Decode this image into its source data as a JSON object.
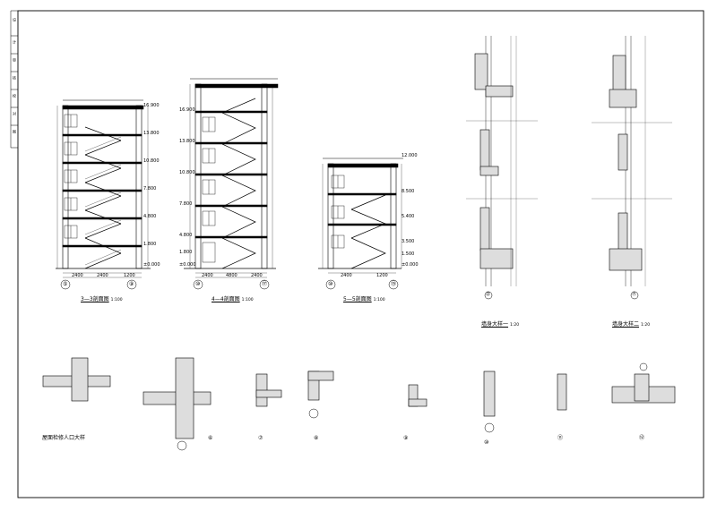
{
  "sheet": {
    "title_strip": [
      "设",
      "计",
      "审",
      "核",
      "校",
      "对",
      "图",
      "号"
    ],
    "section_titles": [
      {
        "text": "3—3剖面图",
        "scale": "1:100"
      },
      {
        "text": "4—4剖面图",
        "scale": "1:100"
      },
      {
        "text": "5—5剖面图",
        "scale": "1:100"
      },
      {
        "text": "墙身大样一",
        "scale": "1:20"
      },
      {
        "text": "墙身大样二",
        "scale": "1:20"
      }
    ],
    "detail_titles": [
      "屋面检修人口大样",
      "⑥",
      "⑦",
      "⑧",
      "⑨",
      "⑩",
      "⑪",
      "⑫"
    ],
    "axis_marks": [
      "⑤",
      "⑨",
      "⑩",
      "⑰",
      "⑩",
      "⑮",
      "㉒",
      "Ⓐ"
    ],
    "elevations_33": [
      "16.900",
      "13.800",
      "10.800",
      "7.800",
      "4.800",
      "1.800",
      "±0.000"
    ],
    "elevations_44": [
      "16.900",
      "13.800",
      "10.800",
      "7.800",
      "4.800",
      "1.800",
      "±0.000"
    ],
    "elevations_55": [
      "12.000",
      "8.500",
      "5.400",
      "3.500",
      "1.500",
      "±0.000"
    ],
    "dims_bottom_33": [
      "2400",
      "2400",
      "1200"
    ],
    "dims_bottom_44": [
      "2400",
      "4800",
      "2400"
    ],
    "dims_bottom_55": [
      "2400",
      "1200"
    ]
  }
}
